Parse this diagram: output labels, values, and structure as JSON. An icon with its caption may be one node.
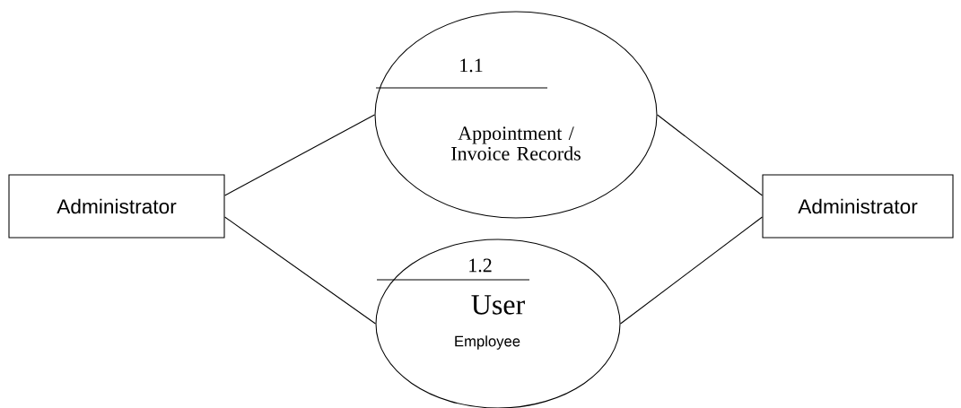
{
  "diagram": {
    "nodes": [
      {
        "text": [
          "Administrator"
        ]
      },
      {
        "text": [
          "1.1",
          "Appointment / Invoice Records"
        ]
      },
      {
        "text": [
          "1.2",
          "User",
          "Employee"
        ]
      },
      {
        "text": [
          "Administrator"
        ]
      }
    ],
    "edges": [
      {
        "from": 0,
        "to": 1,
        "arrow": "none"
      },
      {
        "from": 0,
        "to": 2,
        "arrow": "none"
      },
      {
        "from": 1,
        "to": 3,
        "arrow": "none"
      },
      {
        "from": 2,
        "to": 3,
        "arrow": "none"
      }
    ]
  }
}
